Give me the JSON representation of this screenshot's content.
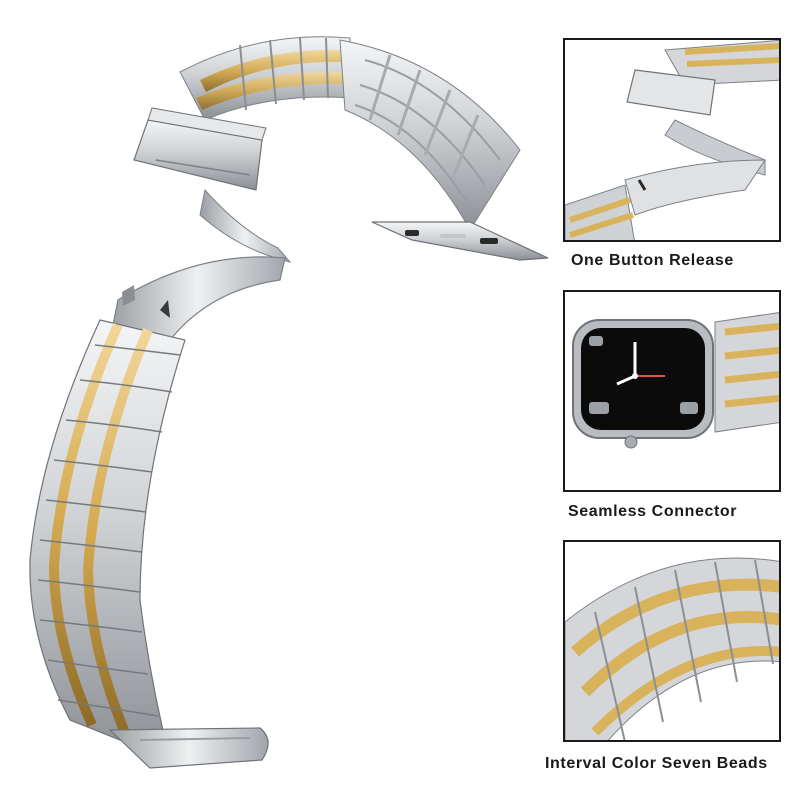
{
  "captions": {
    "button_release": "One Button Release",
    "seamless_connector": "Seamless Connector",
    "seven_beads": "Interval Color Seven Beads"
  },
  "colors": {
    "background": "#ffffff",
    "panel_border": "#1a1a1a",
    "caption_text": "#1a1a1a",
    "steel_silver": "#d4d6d9",
    "steel_shadow": "#8b8f94",
    "gold": "#d9b25c",
    "watch_screen": "#0b0b0b",
    "hand_white": "#ffffff",
    "hand_red": "#e05545"
  },
  "icons": {
    "main": "two-tone-watch-band",
    "clasp": "butterfly-clasp",
    "watch": "smart-watch",
    "links": "seven-bead-links"
  }
}
